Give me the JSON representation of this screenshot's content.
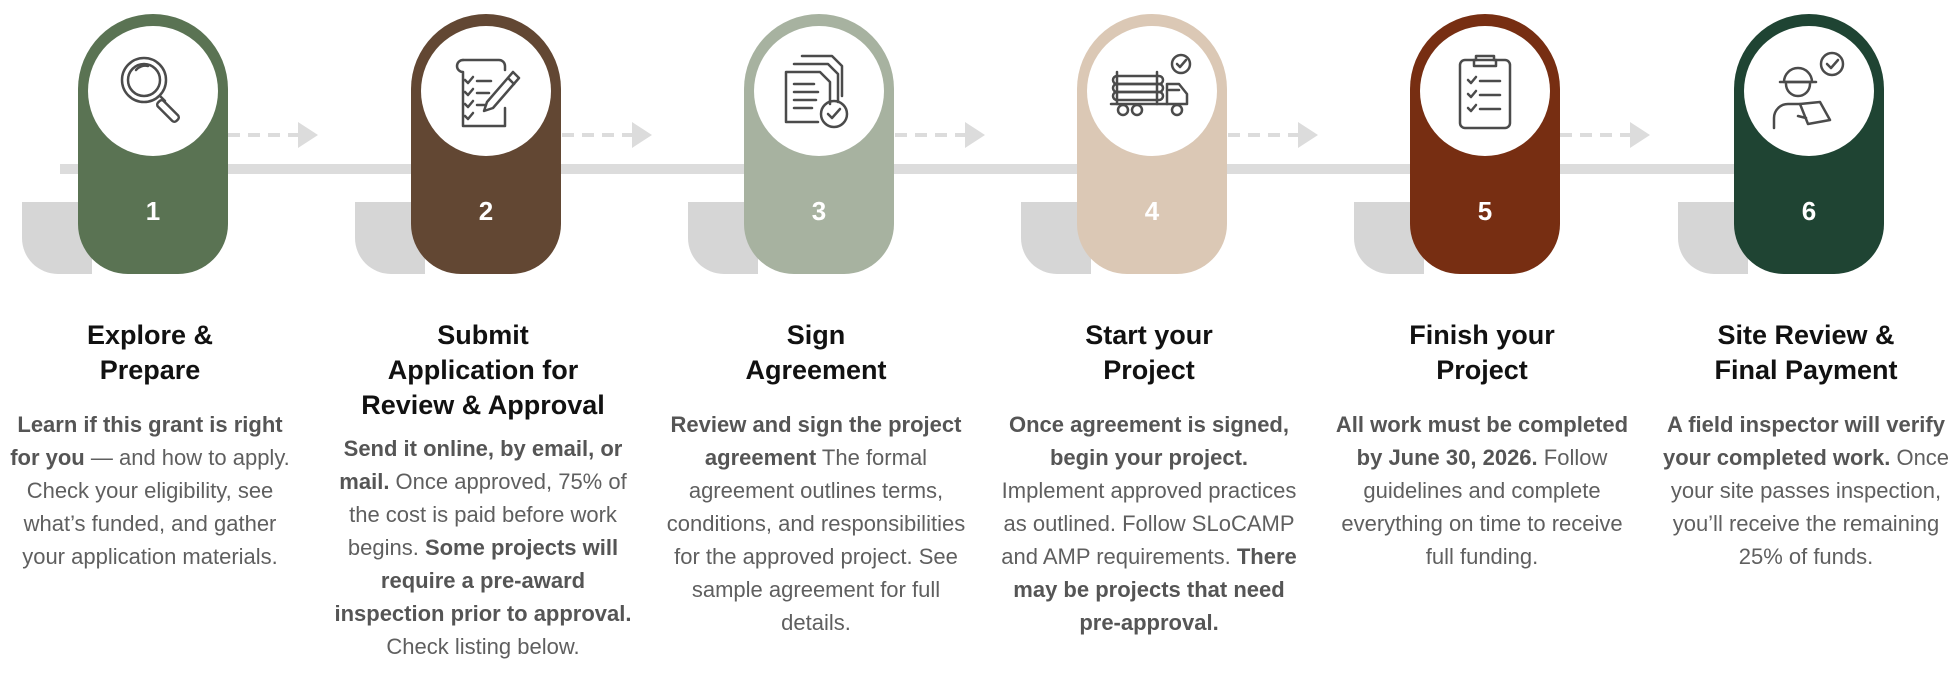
{
  "steps": [
    {
      "number": "1",
      "icon": "magnifier-icon",
      "color": "#5a7353",
      "title_lines": [
        "Explore &",
        "Prepare"
      ],
      "desc": [
        {
          "b": "Learn if this grant is right for you",
          "t": " — and how to apply. Check your eligibility, see what’s funded, and gather your application materials."
        }
      ]
    },
    {
      "number": "2",
      "icon": "document-pencil-icon",
      "color": "#624733",
      "title_lines": [
        "Submit",
        "Application for",
        "Review & Approval"
      ],
      "desc": [
        {
          "b": "Send it online, by email, or mail.",
          "t": " Once approved, 75% of the cost is paid before work begins. "
        },
        {
          "b": "Some projects will require a pre-award inspection prior to approval.",
          "t": " Check listing below."
        }
      ]
    },
    {
      "number": "3",
      "icon": "signed-document-icon",
      "color": "#a7b2a0",
      "title_lines": [
        "Sign",
        "Agreement"
      ],
      "desc": [
        {
          "b": "Review and sign the project agreement",
          "t": " The formal agreement outlines terms, conditions, and responsibilities for the approved project. See sample agreement for full details."
        }
      ]
    },
    {
      "number": "4",
      "icon": "logging-truck-icon",
      "color": "#dbc8b5",
      "title_lines": [
        "Start your",
        "Project"
      ],
      "desc": [
        {
          "b": "Once agreement is signed, begin your project.",
          "t": " Implement approved practices as outlined. Follow SLoCAMP and AMP requirements. "
        },
        {
          "b": "There may be projects that need pre-approval.",
          "t": ""
        }
      ]
    },
    {
      "number": "5",
      "icon": "clipboard-checklist-icon",
      "color": "#772e12",
      "title_lines": [
        "Finish your",
        "Project"
      ],
      "desc": [
        {
          "b": "All work must be completed by June 30, 2026.",
          "t": " Follow guidelines and complete everything on time to receive full funding."
        }
      ]
    },
    {
      "number": "6",
      "icon": "field-inspector-icon",
      "color": "#1f4433",
      "title_lines": [
        "Site Review &",
        "Final Payment"
      ],
      "desc": [
        {
          "b": "A field inspector will verify your completed work.",
          "t": " Once your site passes inspection, you’ll receive the remaining 25% of funds."
        }
      ]
    }
  ]
}
